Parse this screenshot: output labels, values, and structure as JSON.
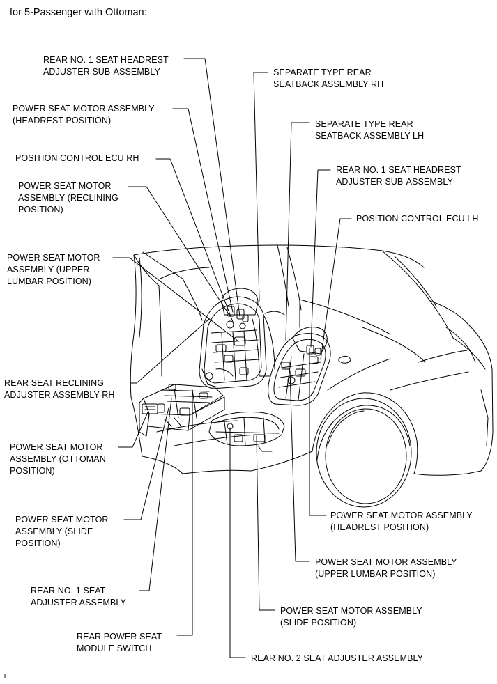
{
  "title": "for 5-Passenger with Ottoman:",
  "footer_mark": "T",
  "labels": {
    "rear_headrest_adjuster_rh": "REAR NO. 1 SEAT HEADREST\nADJUSTER SUB-ASSEMBLY",
    "separate_seatback_rh": "SEPARATE TYPE REAR\nSEATBACK ASSEMBLY RH",
    "motor_headrest_rh": "POWER SEAT MOTOR ASSEMBLY\n(HEADREST POSITION)",
    "separate_seatback_lh": "SEPARATE TYPE REAR\nSEATBACK ASSEMBLY LH",
    "position_ecu_rh": "POSITION CONTROL ECU RH",
    "rear_headrest_adjuster_lh": "REAR NO. 1 SEAT HEADREST\nADJUSTER SUB-ASSEMBLY",
    "motor_reclining": "POWER SEAT MOTOR\nASSEMBLY (RECLINING\nPOSITION)",
    "position_ecu_lh": "POSITION CONTROL ECU LH",
    "motor_upper_lumbar_rh": "POWER SEAT MOTOR\nASSEMBLY (UPPER\nLUMBAR POSITION)",
    "reclining_adjuster_rh": "REAR SEAT RECLINING\nADJUSTER ASSEMBLY RH",
    "motor_ottoman": "POWER SEAT MOTOR\nASSEMBLY (OTTOMAN\nPOSITION)",
    "motor_headrest_lh": "POWER SEAT MOTOR ASSEMBLY\n(HEADREST POSITION)",
    "motor_slide_rh": "POWER SEAT MOTOR\nASSEMBLY (SLIDE\nPOSITION)",
    "motor_upper_lumbar_lh": "POWER SEAT MOTOR ASSEMBLY\n(UPPER LUMBAR POSITION)",
    "rear_seat_adjuster_1": "REAR NO. 1 SEAT\nADJUSTER ASSEMBLY",
    "motor_slide_lh": "POWER SEAT MOTOR ASSEMBLY\n(SLIDE POSITION)",
    "rear_power_switch": "REAR POWER SEAT\nMODULE SWITCH",
    "rear_seat_adjuster_2": "REAR NO. 2 SEAT ADJUSTER ASSEMBLY"
  }
}
